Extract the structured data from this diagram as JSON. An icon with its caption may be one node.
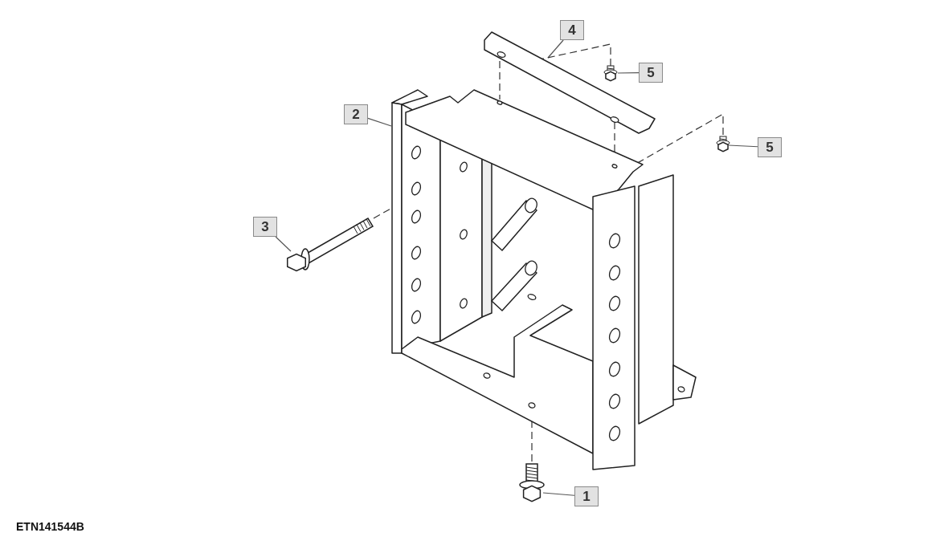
{
  "diagram": {
    "nodes": [
      {
        "text": [
          "4"
        ]
      },
      {
        "text": [
          "5"
        ]
      },
      {
        "text": [
          "2"
        ]
      },
      {
        "text": [
          "5"
        ]
      },
      {
        "text": [
          "3"
        ]
      },
      {
        "text": [
          "1"
        ]
      },
      {
        "text": [],
        "shape": "picture"
      },
      {
        "text": [],
        "shape": "picture"
      },
      {
        "text": [],
        "shape": "picture"
      },
      {
        "text": [],
        "shape": "picture"
      },
      {
        "text": [],
        "shape": "picture"
      },
      {
        "text": [],
        "shape": "picture"
      }
    ],
    "edges": [
      {
        "from": 0,
        "to": 9,
        "arrow": "none"
      },
      {
        "from": 1,
        "to": 10,
        "arrow": "none"
      },
      {
        "from": 2,
        "to": 7,
        "arrow": "none"
      },
      {
        "from": 3,
        "to": 11,
        "arrow": "none"
      },
      {
        "from": 4,
        "to": 8,
        "arrow": "none"
      },
      {
        "from": 5,
        "to": 6,
        "arrow": "none"
      },
      {
        "from": 8,
        "to": 7,
        "arrow": "none",
        "style": "dashed"
      },
      {
        "from": 9,
        "to": 7,
        "arrow": "none",
        "style": "dashed"
      },
      {
        "from": 10,
        "to": 9,
        "arrow": "none",
        "style": "dashed"
      },
      {
        "from": 9,
        "to": 7,
        "arrow": "none",
        "style": "dashed"
      },
      {
        "from": 11,
        "to": 7,
        "arrow": "none",
        "style": "dashed"
      },
      {
        "from": 6,
        "to": 7,
        "arrow": "none",
        "style": "dashed"
      }
    ],
    "labels": [
      "ETN141544B"
    ]
  }
}
